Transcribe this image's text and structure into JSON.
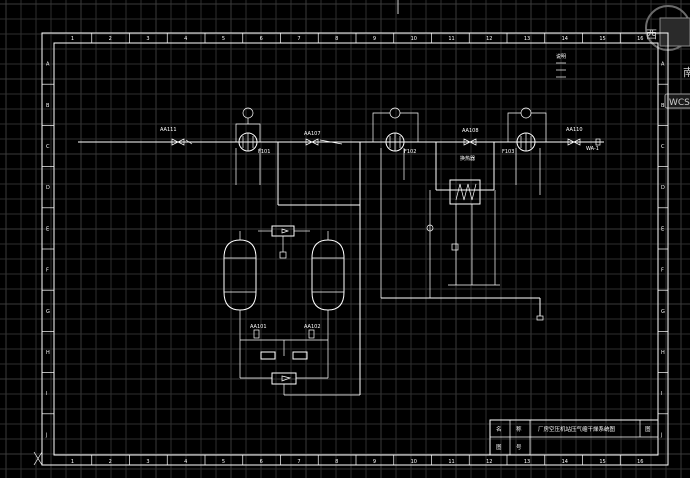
{
  "viewcube": {
    "face_label": "西",
    "right_label": "南",
    "wcs_label": "WCS"
  },
  "ruler": {
    "columns": [
      "1",
      "2",
      "3",
      "4",
      "5",
      "6",
      "7",
      "8",
      "9",
      "10",
      "11",
      "12",
      "13",
      "14",
      "15",
      "16"
    ],
    "rows": [
      "A",
      "B",
      "C",
      "D",
      "E",
      "F",
      "G",
      "H",
      "I",
      "J"
    ]
  },
  "diagram": {
    "pipe_tags": {
      "tag_left": "AA111",
      "tag_mid": "AA107",
      "tag_right_a": "AA108",
      "tag_right_b": "AA110",
      "outlet": "WA-1"
    },
    "equipment": {
      "filter_1": "F101",
      "filter_2": "F102",
      "filter_3": "F103",
      "heater_label": "换热器",
      "v_left": "AA101",
      "v_right": "AA102"
    },
    "notes": {
      "note_top": "说明"
    }
  },
  "title_block": {
    "title": "厂房空压机站压气缩干燥系统图",
    "sheet": "图",
    "col_a": "名",
    "col_b": "称",
    "row2_a": "图",
    "row2_b": "号"
  },
  "colors": {
    "background": "#000000",
    "lines": "#ffffff",
    "grid": "#2e2e2e"
  }
}
